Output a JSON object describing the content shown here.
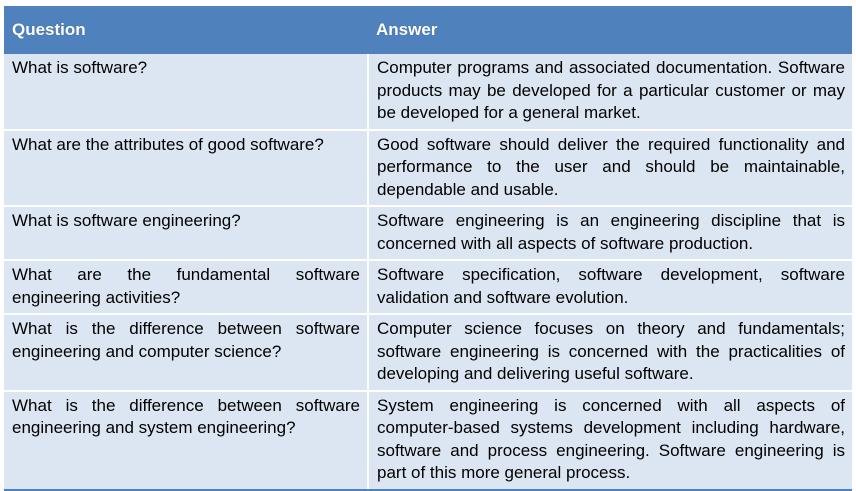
{
  "table": {
    "headers": {
      "question": "Question",
      "answer": "Answer"
    },
    "rows": [
      {
        "question": "What is software?",
        "answer": "Computer programs and associated documentation. Software products may be developed for a particular customer or may be developed for a general market."
      },
      {
        "question": "What are the attributes of good software?",
        "answer": "Good software should deliver the required functionality and performance to the user and should be maintainable, dependable and usable."
      },
      {
        "question": "What is software engineering?",
        "answer": "Software engineering is an engineering discipline that is concerned with all aspects of software production."
      },
      {
        "question": "What are the fundamental software engineering activities?",
        "answer": "Software specification, software development, software validation and software evolution."
      },
      {
        "question": "What is the difference between software engineering and computer science?",
        "answer": "Computer science focuses on theory and fundamentals; software engineering is concerned with the practicalities of developing and delivering useful software."
      },
      {
        "question": "What is the difference between software engineering and system engineering?",
        "answer": "System engineering is concerned with all aspects of computer-based systems development including hardware, software and process engineering. Software engineering is part of this more general process."
      }
    ]
  },
  "colors": {
    "header_background": "#4f81bd",
    "header_text": "#ffffff",
    "row_background": "#dce6f2",
    "body_text": "#000000"
  }
}
